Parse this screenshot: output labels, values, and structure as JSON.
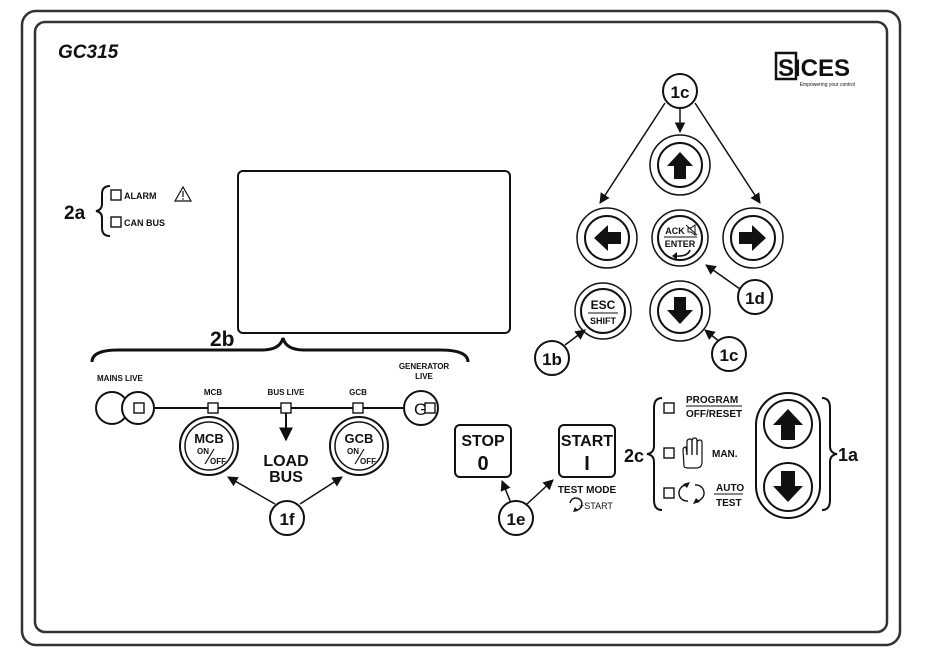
{
  "model": "GC315",
  "brand": {
    "logo_text": "SICES",
    "tagline": "Empowering your control"
  },
  "callouts": {
    "c1a": "1a",
    "c1b": "1b",
    "c1c_top": "1c",
    "c1c_bottom": "1c",
    "c1d": "1d",
    "c1e": "1e",
    "c1f": "1f",
    "c2a": "2a",
    "c2b": "2b",
    "c2c": "2c"
  },
  "leds": {
    "alarm": "ALARM",
    "can_bus": "CAN BUS"
  },
  "synoptic": {
    "mains_live": "MAINS LIVE",
    "mcb": "MCB",
    "bus_live": "BUS LIVE",
    "gcb": "GCB",
    "generator_live_1": "GENERATOR",
    "generator_live_2": "LIVE",
    "generator_symbol": "G",
    "load_bus_1": "LOAD",
    "load_bus_2": "BUS"
  },
  "buttons": {
    "mcb": {
      "title": "MCB",
      "on": "ON",
      "off": "OFF"
    },
    "gcb": {
      "title": "GCB",
      "on": "ON",
      "off": "OFF"
    },
    "stop": {
      "line1": "STOP",
      "line2": "0"
    },
    "start": {
      "line1": "START",
      "line2": "I"
    },
    "test_mode": "TEST MODE",
    "test_mode_hint": "+START",
    "esc": "ESC",
    "shift": "SHIFT",
    "ack": "ACK",
    "enter": "ENTER"
  },
  "modes": {
    "program": "PROGRAM",
    "off_reset": "OFF/RESET",
    "man": "MAN.",
    "auto": "AUTO",
    "test": "TEST"
  },
  "colors": {
    "ink": "#111111",
    "frame": "#333333",
    "button_fill": "#ffffff"
  },
  "icons": {
    "alarm": "warning-triangle-icon",
    "manual": "hand-icon",
    "auto": "cycle-arrows-icon",
    "ack": "mute-speaker-icon",
    "enter": "return-arrow-icon"
  }
}
